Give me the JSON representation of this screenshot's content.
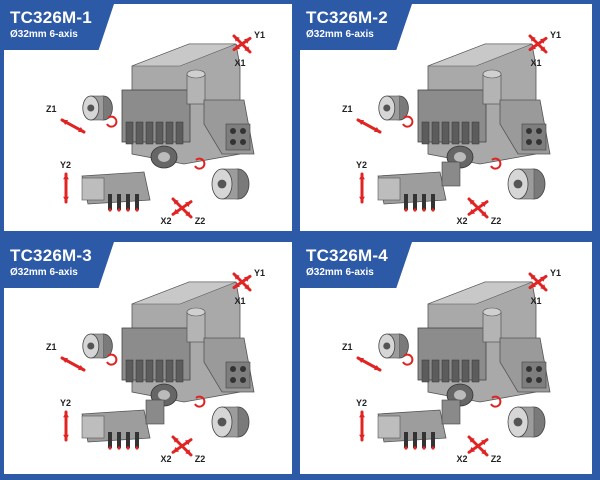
{
  "panels": [
    {
      "title": "TC326M-1",
      "subtitle": "Ø32mm 6-axis"
    },
    {
      "title": "TC326M-2",
      "subtitle": "Ø32mm 6-axis"
    },
    {
      "title": "TC326M-3",
      "subtitle": "Ø32mm 6-axis"
    },
    {
      "title": "TC326M-4",
      "subtitle": "Ø32mm 6-axis"
    }
  ],
  "axis_labels": {
    "y1": "Y1",
    "x1": "X1",
    "z1": "Z1",
    "y2": "Y2",
    "x2": "X2",
    "z2": "Z2"
  },
  "colors": {
    "background": "#2d5aa6",
    "panel": "#ffffff",
    "arrow": "#e02424",
    "machine": "#8f8f8f"
  }
}
